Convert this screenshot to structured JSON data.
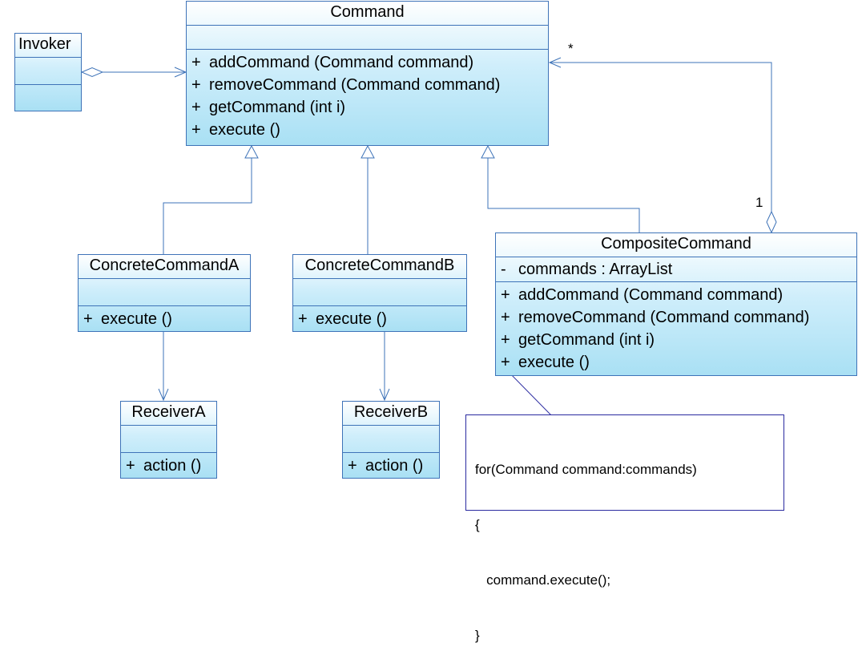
{
  "classes": {
    "command": {
      "name": "Command",
      "attributes": [],
      "operations": [
        {
          "visibility": "+",
          "signature": "addCommand (Command command)"
        },
        {
          "visibility": "+",
          "signature": "removeCommand (Command command)"
        },
        {
          "visibility": "+",
          "signature": "getCommand (int i)"
        },
        {
          "visibility": "+",
          "signature": "execute ()"
        }
      ]
    },
    "invoker": {
      "name": "Invoker",
      "attributes": [],
      "operations": []
    },
    "concrete_command_a": {
      "name": "ConcreteCommandA",
      "attributes": [],
      "operations": [
        {
          "visibility": "+",
          "signature": "execute ()"
        }
      ]
    },
    "concrete_command_b": {
      "name": "ConcreteCommandB",
      "attributes": [],
      "operations": [
        {
          "visibility": "+",
          "signature": "execute ()"
        }
      ]
    },
    "composite_command": {
      "name": "CompositeCommand",
      "attributes": [
        {
          "visibility": "-",
          "signature": "commands  : ArrayList"
        }
      ],
      "operations": [
        {
          "visibility": "+",
          "signature": "addCommand (Command command)"
        },
        {
          "visibility": "+",
          "signature": "removeCommand (Command command)"
        },
        {
          "visibility": "+",
          "signature": "getCommand (int i)"
        },
        {
          "visibility": "+",
          "signature": "execute ()"
        }
      ]
    },
    "receiver_a": {
      "name": "ReceiverA",
      "attributes": [],
      "operations": [
        {
          "visibility": "+",
          "signature": "action ()"
        }
      ]
    },
    "receiver_b": {
      "name": "ReceiverB",
      "attributes": [],
      "operations": [
        {
          "visibility": "+",
          "signature": "action ()"
        }
      ]
    }
  },
  "note": {
    "lines": [
      "for(Command command:commands)",
      "{",
      "   command.execute();",
      "}"
    ]
  },
  "relationships": [
    {
      "type": "aggregation",
      "from": "Invoker",
      "to": "Command"
    },
    {
      "type": "generalization",
      "from": "ConcreteCommandA",
      "to": "Command"
    },
    {
      "type": "generalization",
      "from": "ConcreteCommandB",
      "to": "Command"
    },
    {
      "type": "generalization",
      "from": "CompositeCommand",
      "to": "Command"
    },
    {
      "type": "aggregation",
      "from": "CompositeCommand",
      "to": "Command",
      "whole_multiplicity": "1",
      "part_multiplicity": "*"
    },
    {
      "type": "dependency",
      "from": "ConcreteCommandA",
      "to": "ReceiverA"
    },
    {
      "type": "dependency",
      "from": "ConcreteCommandB",
      "to": "ReceiverB"
    },
    {
      "type": "note-link",
      "from": "note",
      "to": "CompositeCommand.execute"
    }
  ],
  "multiplicities": {
    "star": "*",
    "one": "1"
  },
  "colors": {
    "class_border": "#3e73b8",
    "connector": "#3e73b8",
    "note_border": "#2a2aa0"
  }
}
